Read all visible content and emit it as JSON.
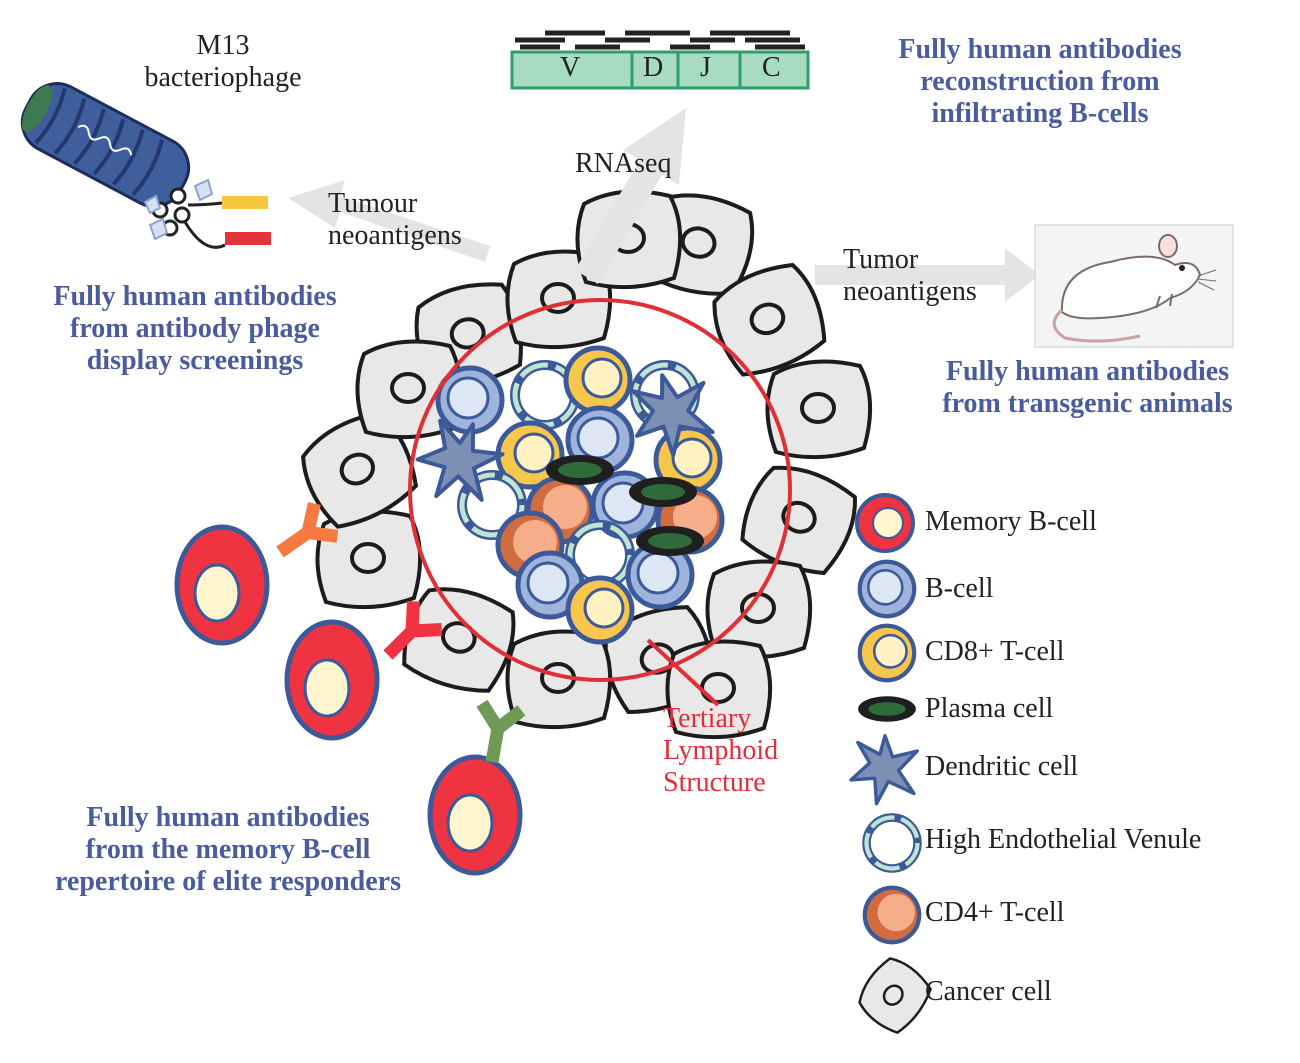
{
  "colors": {
    "title_blue": "#4a5b9e",
    "tls_red": "#e03036",
    "memory_b_red": "#ef3340",
    "b_cell_blue": "#9fb4dc",
    "cd8_yellow": "#f6c64d",
    "plasma_green": "#2f6a3a",
    "dendritic": "#7e8fb4",
    "hev_green": "#bfe4cf",
    "cd4_orange": "#f5ad8a",
    "cancer_grey": "#e8e8e8",
    "vdj_green": "#a7dcc0"
  },
  "labels": {
    "m13": [
      "M13",
      "bacteriophage"
    ],
    "tumour_neoantigens": [
      "Tumour",
      "neoantigens"
    ],
    "rnaseq": "RNAseq",
    "tumor_neoantigens": [
      "Tumor",
      "neoantigens"
    ],
    "tls": [
      "Tertiary",
      "Lymphoid",
      "Structure"
    ]
  },
  "gene_segments": [
    "V",
    "D",
    "J",
    "C"
  ],
  "headings": {
    "reconstruction": [
      "Fully human antibodies",
      "reconstruction from",
      "infiltrating B-cells"
    ],
    "phage": [
      "Fully human antibodies",
      "from antibody phage",
      "display screenings"
    ],
    "transgenic": [
      "Fully human antibodies",
      "from transgenic animals"
    ],
    "memory": [
      "Fully human antibodies",
      "from the memory B-cell",
      "repertoire of elite responders"
    ]
  },
  "legend": [
    {
      "icon": "memory-b-cell-icon",
      "label": "Memory B-cell"
    },
    {
      "icon": "b-cell-icon",
      "label": "B-cell"
    },
    {
      "icon": "cd8-t-cell-icon",
      "label": "CD8+ T-cell"
    },
    {
      "icon": "plasma-cell-icon",
      "label": "Plasma cell"
    },
    {
      "icon": "dendritic-cell-icon",
      "label": "Dendritic cell"
    },
    {
      "icon": "hev-icon",
      "label": "High Endothelial Venule"
    },
    {
      "icon": "cd4-t-cell-icon",
      "label": "CD4+ T-cell"
    },
    {
      "icon": "cancer-cell-icon",
      "label": "Cancer cell"
    }
  ]
}
